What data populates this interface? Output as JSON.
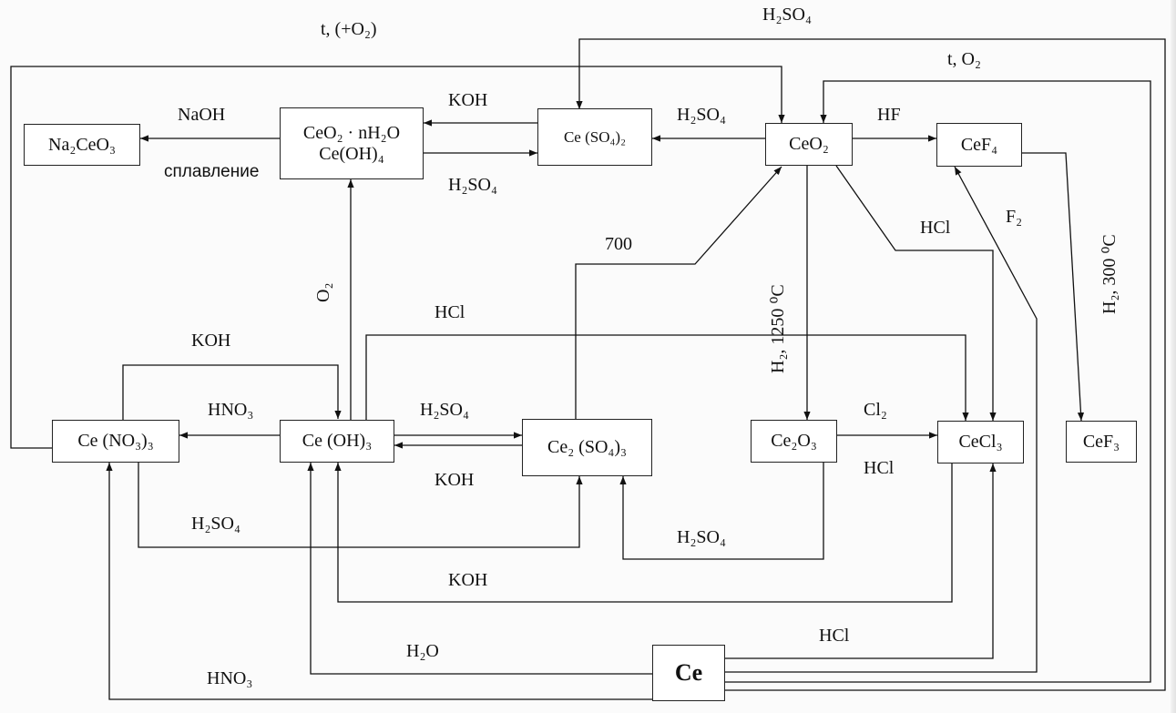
{
  "nodes": {
    "na2ceo3": "Na₂CeO₃",
    "ceo2_hydrate_line1": "CeO₂ · nH₂O",
    "ceo2_hydrate_line2": "Ce(OH)₄",
    "ce_so4_2": "Ce (SO₄)₂",
    "ceo2": "CeO₂",
    "cef4": "CeF₄",
    "ce_no3_3": "Ce (NO₃)₃",
    "ce_oh_3": "Ce (OH)₃",
    "ce2_so4_3": "Ce₂ (SO₄)₃",
    "ce2o3": "Ce₂O₃",
    "cecl3": "CeCl₃",
    "cef3": "CeF₃",
    "ce": "Ce"
  },
  "labels": {
    "t_o2_top": "t, (+O₂)",
    "h2so4_top": "H₂SO₄",
    "t_o2_right": "t, O₂",
    "naoh": "NaOH",
    "splavlenie": "сплавление",
    "koh_top": "KOH",
    "h2so4_hyd": "H₂SO₄",
    "h2so4_ceo2": "H₂SO₄",
    "hf": "HF",
    "f2": "F₂",
    "hcl_ceo2": "HCl",
    "h2_300": "H₂, 300 ⁰C",
    "temp_700": "700",
    "o2": "O₂",
    "h2_1250": "H₂, 1250 ⁰C",
    "hcl_mid": "HCl",
    "koh_left": "KOH",
    "hno3_mid": "HNO₃",
    "h2so4_mid": "H₂SO₄",
    "koh_mid": "KOH",
    "cl2": "Cl₂",
    "hcl_ce2o3": "HCl",
    "h2so4_left_low": "H₂SO₄",
    "h2so4_ce2o3": "H₂SO₄",
    "koh_low": "KOH",
    "hcl_ce": "HCl",
    "h2o": "H₂O",
    "hno3_bottom": "HNO₃"
  }
}
